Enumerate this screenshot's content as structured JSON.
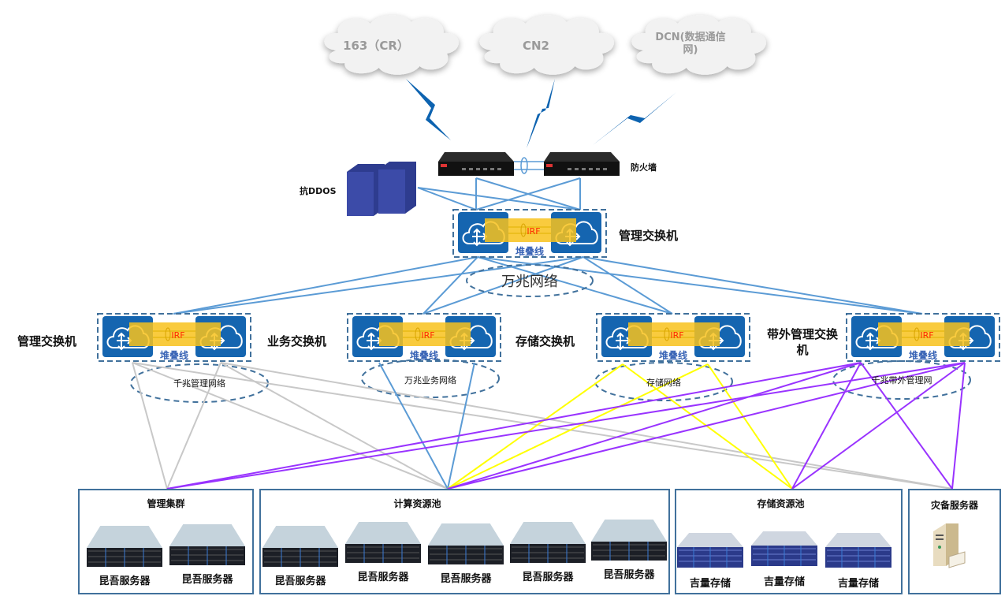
{
  "clouds": [
    {
      "id": "c163",
      "label": "163（CR）"
    },
    {
      "id": "cn2",
      "label": "CN2"
    },
    {
      "id": "dcn",
      "label": "DCN(数据通信网)"
    }
  ],
  "edge": {
    "firewall_label": "防火墙",
    "ddos_label": "抗DDOS"
  },
  "core_switch": {
    "label": "管理交换机",
    "irf": "IRF",
    "stack": "堆叠线",
    "network": "万兆网络"
  },
  "access_switches": [
    {
      "label": "管理交换机",
      "irf": "IRF",
      "stack": "堆叠线",
      "network": "千兆管理网络"
    },
    {
      "label": "业务交换机",
      "irf": "IRF",
      "stack": "堆叠线",
      "network": "万兆业务网络"
    },
    {
      "label": "存储交换机",
      "irf": "IRF",
      "stack": "堆叠线",
      "network": "存储网络"
    },
    {
      "label": "带外管理交换机",
      "irf": "IRF",
      "stack": "堆叠线",
      "network": "千兆带外管理网"
    }
  ],
  "groups": [
    {
      "title": "管理集群",
      "devices": [
        "昆吾服务器",
        "昆吾服务器"
      ]
    },
    {
      "title": "计算资源池",
      "devices": [
        "昆吾服务器",
        "昆吾服务器",
        "昆吾服务器",
        "昆吾服务器",
        "昆吾服务器"
      ]
    },
    {
      "title": "存储资源池",
      "devices": [
        "吉量存储",
        "吉量存储",
        "吉量存储"
      ]
    },
    {
      "title": "灾备服务器",
      "devices": []
    }
  ],
  "colors": {
    "switch_blue": "#1565b0",
    "irf_yellow": "#f8c21c",
    "irf_text": "#ff2a00",
    "stack_text": "#3a64b6",
    "dash_blue": "#41719c",
    "uplink_blue": "#5b9bd5",
    "mgmt_gray": "#c8c8c8",
    "storage_yellow": "#ffff00",
    "oob_purple": "#9933ff",
    "lightning": "#0d63b0",
    "cloud_text": "#9a9a9a"
  }
}
